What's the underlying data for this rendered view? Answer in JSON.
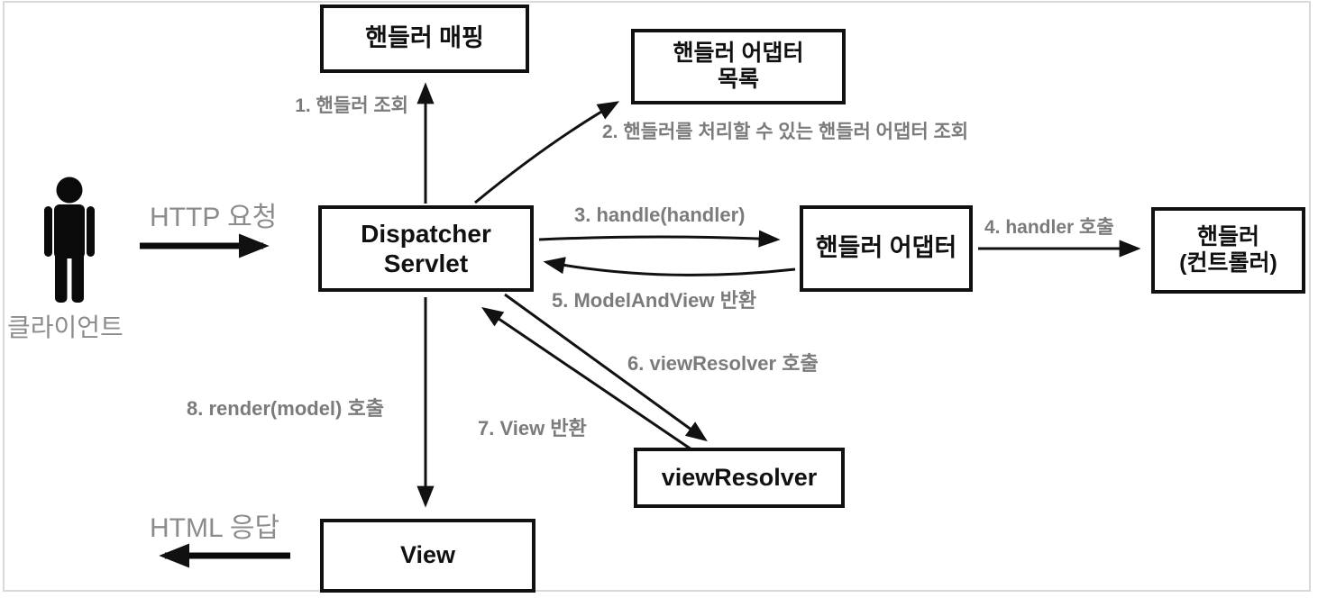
{
  "diagram_type": "flow-diagram",
  "colors": {
    "arrow": "#111111",
    "box_border": "#111111",
    "box_text": "#111111",
    "step_label_gray": "#7b7b7b",
    "client_label_gray": "#8c8c8c",
    "canvas_border_gray": "#d9d9d9",
    "background": "#ffffff"
  },
  "actor": {
    "label": "클라이언트",
    "icon": "person-icon"
  },
  "client_flows": {
    "request": "HTTP 요청",
    "response": "HTML 응답"
  },
  "boxes": {
    "handler_mapping": {
      "label": "핸들러 매핑"
    },
    "handler_adapter_list": {
      "line1": "핸들러 어댑터",
      "line2": "목록"
    },
    "dispatcher_servlet": {
      "line1": "Dispatcher",
      "line2": "Servlet"
    },
    "handler_adapter": {
      "label": "핸들러 어댑터"
    },
    "handler_controller": {
      "line1": "핸들러",
      "line2": "(컨트롤러)"
    },
    "view_resolver": {
      "label": "viewResolver"
    },
    "view": {
      "label": "View"
    }
  },
  "steps": {
    "s1": "1. 핸들러 조회",
    "s2": "2. 핸들러를 처리할 수 있는 핸들러 어댑터 조회",
    "s3": "3. handle(handler)",
    "s4": "4. handler 호출",
    "s5": "5. ModelAndView 반환",
    "s6": "6. viewResolver 호출",
    "s7": "7. View 반환",
    "s8": "8. render(model) 호출"
  }
}
